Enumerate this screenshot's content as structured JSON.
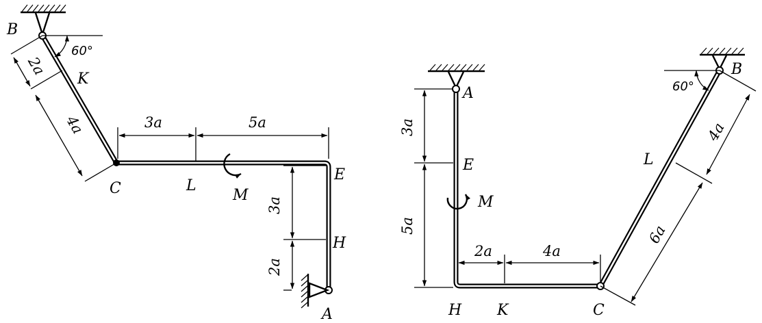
{
  "figure_left": {
    "points": {
      "B": "B",
      "K": "K",
      "C": "C",
      "L": "L",
      "E": "E",
      "H": "H",
      "A": "A"
    },
    "moment": "M",
    "angle": "60°",
    "dims": {
      "bk": "2a",
      "kc": "4a",
      "cl": "3a",
      "le": "5a",
      "eh": "3a",
      "ha": "2a"
    }
  },
  "figure_right": {
    "points": {
      "A": "A",
      "E": "E",
      "H": "H",
      "K": "K",
      "C": "C",
      "L": "L",
      "B": "B"
    },
    "moment": "M",
    "angle": "60°",
    "dims": {
      "ae": "3a",
      "eh": "5a",
      "hk": "2a",
      "kc": "4a",
      "bl": "4a",
      "lc": "6a"
    }
  }
}
